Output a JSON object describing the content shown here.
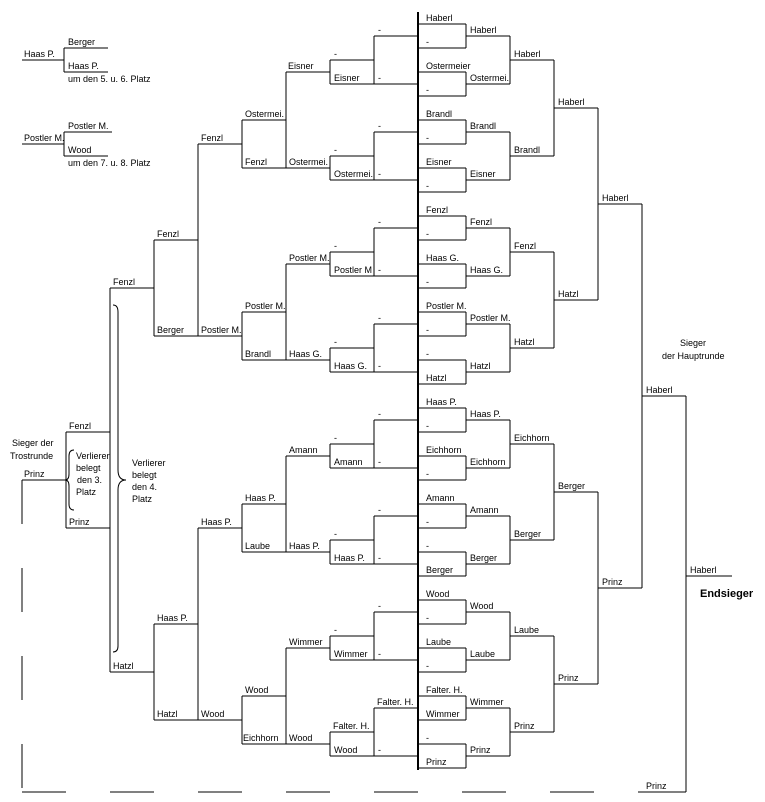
{
  "labels": {
    "haas_p_5": "Haas P.",
    "berger_5": "Berger",
    "haas_p_5b": "Haas P.",
    "place_5_6": "um den 5. u. 6. Platz",
    "postler_7": "Postler M.",
    "postler_7b": "Postler M.",
    "wood_7": "Wood",
    "place_7_8": "um den 7. u. 8. Platz",
    "L1_r1": "-",
    "L1_r2": "-",
    "L1_r3": "-",
    "L1_r4": "-",
    "L1_r5": "-",
    "L1_r6": "-",
    "L1_r7": "-",
    "L1_r8": "Falter. H.",
    "L1_b1": "-",
    "L1_b2": "-",
    "L1_b3": "-",
    "L1_b4": "-",
    "L1_b5": "-",
    "L1_b6": "-",
    "L1_b7": "-",
    "L1_b8": "-",
    "L2_1t": "-",
    "L2_1b": "Eisner",
    "L2_2t": "-",
    "L2_2b": "Ostermei.",
    "L2_3t": "-",
    "L2_3b": "Postler M",
    "L2_4t": "-",
    "L2_4b": "Haas G.",
    "L2_5t": "-",
    "L2_5b": "Amann",
    "L2_6t": "-",
    "L2_6b": "Haas P.",
    "L2_7t": "-",
    "L2_7b": "Wimmer",
    "L2_8t": "Falter. H.",
    "L2_8b": "Wood",
    "L3_1t": "Eisner",
    "L3_1b": "Ostermei.",
    "L3_2t": "Postler M.",
    "L3_2b": "Haas G.",
    "L3_3t": "Amann",
    "L3_3b": "Haas P.",
    "L3_4t": "Wimmer",
    "L3_4b": "Wood",
    "L4_1t": "Ostermei.",
    "L4_1b": "Fenzl",
    "L4_2t": "Postler M.",
    "L4_2b": "Brandl",
    "L4_3t": "Haas P.",
    "L4_3b": "Laube",
    "L4_4t": "Wood",
    "L4_4b": "Eichhorn",
    "L5_1t": "Fenzl",
    "L5_1b": "Postler M.",
    "L5_2t": "Haas P.",
    "L5_2b": "Wood",
    "L6_1t": "Fenzl",
    "L6_1b": "Berger",
    "L6_2t": "Haas P.",
    "L6_2b": "Hatzl",
    "L7_t": "Fenzl",
    "L7_b": "Hatzl",
    "trost_top": "Fenzl",
    "trost_bot": "Prinz",
    "trost_title_1": "Sieger der",
    "trost_title_2": "Trostrunde",
    "trost_winner": "Prinz",
    "loser3_1": "Verlierer",
    "loser3_2": "belegt",
    "loser3_3": "den 3.",
    "loser3_4": "Platz",
    "loser4_1": "Verlierer",
    "loser4_2": "belegt",
    "loser4_3": "den 4.",
    "loser4_4": "Platz",
    "R1_1": "Haberl",
    "R1_2": "-",
    "R1_3": "Ostermeier",
    "R1_4": "-",
    "R1_5": "Brandl",
    "R1_6": "-",
    "R1_7": "Eisner",
    "R1_8": "-",
    "R1_9": "Fenzl",
    "R1_10": "-",
    "R1_11": "Haas G.",
    "R1_12": "-",
    "R1_13": "Postler M.",
    "R1_14": "-",
    "R1_15": "-",
    "R1_16": "Hatzl",
    "R1_17": "Haas P.",
    "R1_18": "-",
    "R1_19": "Eichhorn",
    "R1_20": "-",
    "R1_21": "Amann",
    "R1_22": "-",
    "R1_23": "-",
    "R1_24": "Berger",
    "R1_25": "Wood",
    "R1_26": "-",
    "R1_27": "Laube",
    "R1_28": "-",
    "R1_29": "Falter. H.",
    "R1_30": "Wimmer",
    "R1_31": "-",
    "R1_32": "Prinz",
    "R2_1": "Haberl",
    "R2_2": "Ostermei.",
    "R2_3": "Brandl",
    "R2_4": "Eisner",
    "R2_5": "Fenzl",
    "R2_6": "Haas G.",
    "R2_7": "Postler M.",
    "R2_8": "Hatzl",
    "R2_9": "Haas P.",
    "R2_10": "Eichhorn",
    "R2_11": "Amann",
    "R2_12": "Berger",
    "R2_13": "Wood",
    "R2_14": "Laube",
    "R2_15": "Wimmer",
    "R2_16": "Prinz",
    "R3_1": "Haberl",
    "R3_2": "Brandl",
    "R3_3": "Fenzl",
    "R3_4": "Hatzl",
    "R3_5": "Eichhorn",
    "R3_6": "Berger",
    "R3_7": "Laube",
    "R3_8": "Prinz",
    "R4_1": "Haberl",
    "R4_2": "Hatzl",
    "R4_3": "Berger",
    "R4_4": "Prinz",
    "R5_1": "Haberl",
    "R5_2": "Prinz",
    "R6_1": "Haberl",
    "R6_2": "Prinz",
    "main_title_1": "Sieger",
    "main_title_2": "der Hauptrunde",
    "final_winner": "Haberl",
    "final_label": "Endsieger"
  }
}
